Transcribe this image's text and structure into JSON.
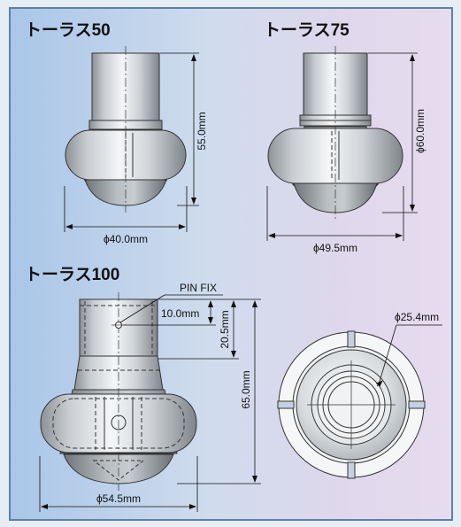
{
  "models": [
    {
      "title": "トーラス50",
      "height": "55.0mm",
      "diameter": "ϕ40.0mm"
    },
    {
      "title": "トーラス75",
      "height": "ϕ60.0mm",
      "diameter": "ϕ49.5mm"
    },
    {
      "title": "トーラス100",
      "pin_label": "PIN FIX",
      "pin_offset": "10.0mm",
      "pin_depth": "20.5mm",
      "height": "65.0mm",
      "diameter": "ϕ54.5mm",
      "bore": "ϕ25.4mm"
    }
  ],
  "colors": {
    "frame": "#5f7fa8",
    "metal_light": "#f2f4f6",
    "metal_dark": "#7f8488"
  }
}
